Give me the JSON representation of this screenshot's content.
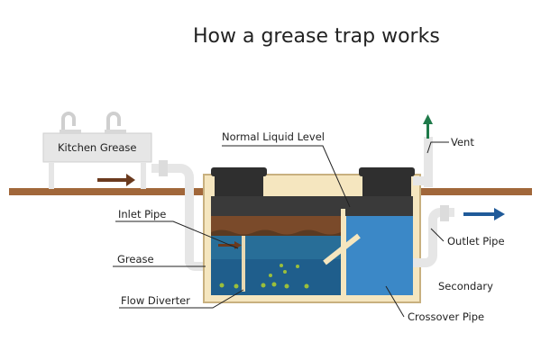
{
  "title": "How a grease trap works",
  "labels": {
    "kitchen": "Kitchen Grease",
    "normal_liquid_level": "Normal Liquid Level",
    "vent": "Vent",
    "inlet_pipe": "Inlet Pipe",
    "outlet_pipe": "Outlet Pipe",
    "grease": "Grease",
    "secondary": "Secondary",
    "flow_diverter": "Flow Diverter",
    "crossover_pipe": "Crossover Pipe"
  },
  "colors": {
    "ground": "#a1673a",
    "tank_wall": "#f5e6bf",
    "tank_outline": "#c8b07f",
    "lid": "#2f2f2f",
    "scum": "#3a3a3a",
    "grease_layer": "#7a4a2a",
    "primary_water": "#1f5e8c",
    "secondary_water": "#3b88c7",
    "pipe": "#e6e6e6",
    "flow_arrow_brown": "#6b3a1e",
    "flow_arrow_blue": "#1f5a99",
    "vent_arrow": "#1f7a4a",
    "particles": "#9bbf3a"
  }
}
